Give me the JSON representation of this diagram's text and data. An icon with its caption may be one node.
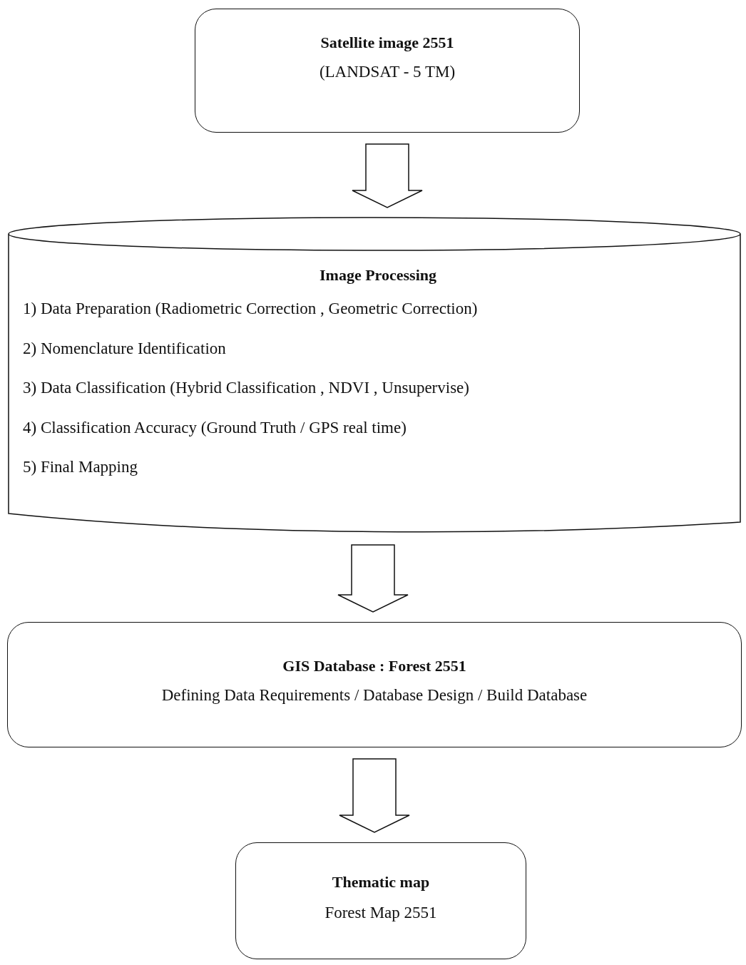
{
  "diagram": {
    "nodes": [
      {
        "text": [
          "Satellite image 2551",
          "(LANDSAT - 5 TM)"
        ]
      },
      {
        "text": [
          "Image Processing",
          "1) Data Preparation (Radiometric Correction , Geometric Correction)",
          "2) Nomenclature Identification",
          "3) Data Classification (Hybrid Classification , NDVI , Unsupervise)",
          "4) Classification Accuracy (Ground Truth / GPS real time)",
          "5) Final Mapping"
        ]
      },
      {
        "text": [
          "GIS Database : Forest 2551",
          "Defining Data Requirements / Database Design / Build Database"
        ]
      },
      {
        "text": [
          "Thematic map",
          "Forest Map 2551"
        ]
      }
    ],
    "edges": [
      {
        "from": 0,
        "to": 1,
        "arrow": "to"
      },
      {
        "from": 1,
        "to": 2,
        "arrow": "to"
      },
      {
        "from": 2,
        "to": 3,
        "arrow": "to"
      }
    ]
  }
}
